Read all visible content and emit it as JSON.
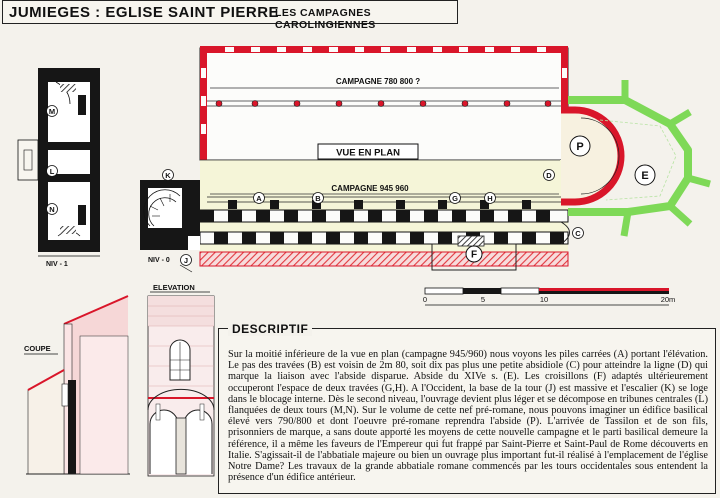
{
  "header": {
    "title": "JUMIEGES : EGLISE SAINT PIERRE",
    "subtitle": "LES CAMPAGNES CAROLINGIENNES"
  },
  "plan": {
    "campaign_top_label": "CAMPAGNE 780 800 ?",
    "campaign_mid_label": "CAMPAGNE 945 960",
    "view_label": "VUE EN PLAN",
    "letters": {
      "A": "A",
      "B": "B",
      "C": "C",
      "D": "D",
      "E": "E",
      "F": "F",
      "G": "G",
      "H": "H",
      "K": "K",
      "L": "L",
      "M": "M",
      "N": "N",
      "P": "P"
    }
  },
  "tower": {
    "niv1_label": "NIV - 1",
    "niv0_label": "NIV - 0",
    "j_label": "J"
  },
  "scale": {
    "ticks": [
      "0",
      "5",
      "10",
      "20m"
    ]
  },
  "elevation": {
    "coupe_label": "COUPE",
    "elevation_label": "ELEVATION"
  },
  "description": {
    "title": "DESCRIPTIF",
    "text": "Sur la moitié inférieure de la vue en plan (campagne 945/960) nous voyons les piles carrées (A) portant l'élévation. Le pas des travées (B) est voisin de 2m 80, soit dix pas plus une petite absidiole (C) pour atteindre la ligne (D) qui marque la liaison avec l'abside disparue. Abside du XIVe s. (E). Les croisillons (F) adaptés ultérieurement occuperont l'espace de deux travées (G,H). A l'Occident, la base de la tour (J) est massive et l'escalier (K) se loge dans le blocage interne. Dès le second niveau, l'ouvrage devient plus léger et se décompose en tribunes centrales (L) flanquées de deux tours (M,N). Sur le volume de cette nef pré-romane, nous pouvons imaginer un édifice basilical élevé vers 790/800 et dont l'oeuvre pré-romane reprendra l'abside (P). L'arrivée de Tassilon et de son fils, prisonniers de marque, a sans doute apporté les moyens de cette nouvelle campagne et le parti basilical demeure la référence, il a même les faveurs de l'Empereur qui fut frappé par Saint-Pierre et Saint-Paul de Rome découverts en Italie. S'agissait-il de l'abbatiale majeure ou bien un ouvrage plus important fut-il réalisé à l'emplacement de l'église Notre Dame? Les travaux de la grande abbatiale romane commencés par les tours occidentales sous entendent la présence d'un édifice antérieur."
  },
  "colors": {
    "red": "#d9162a",
    "green": "#7ed957",
    "hatch_red": "#e23a40",
    "dark": "#161616"
  }
}
